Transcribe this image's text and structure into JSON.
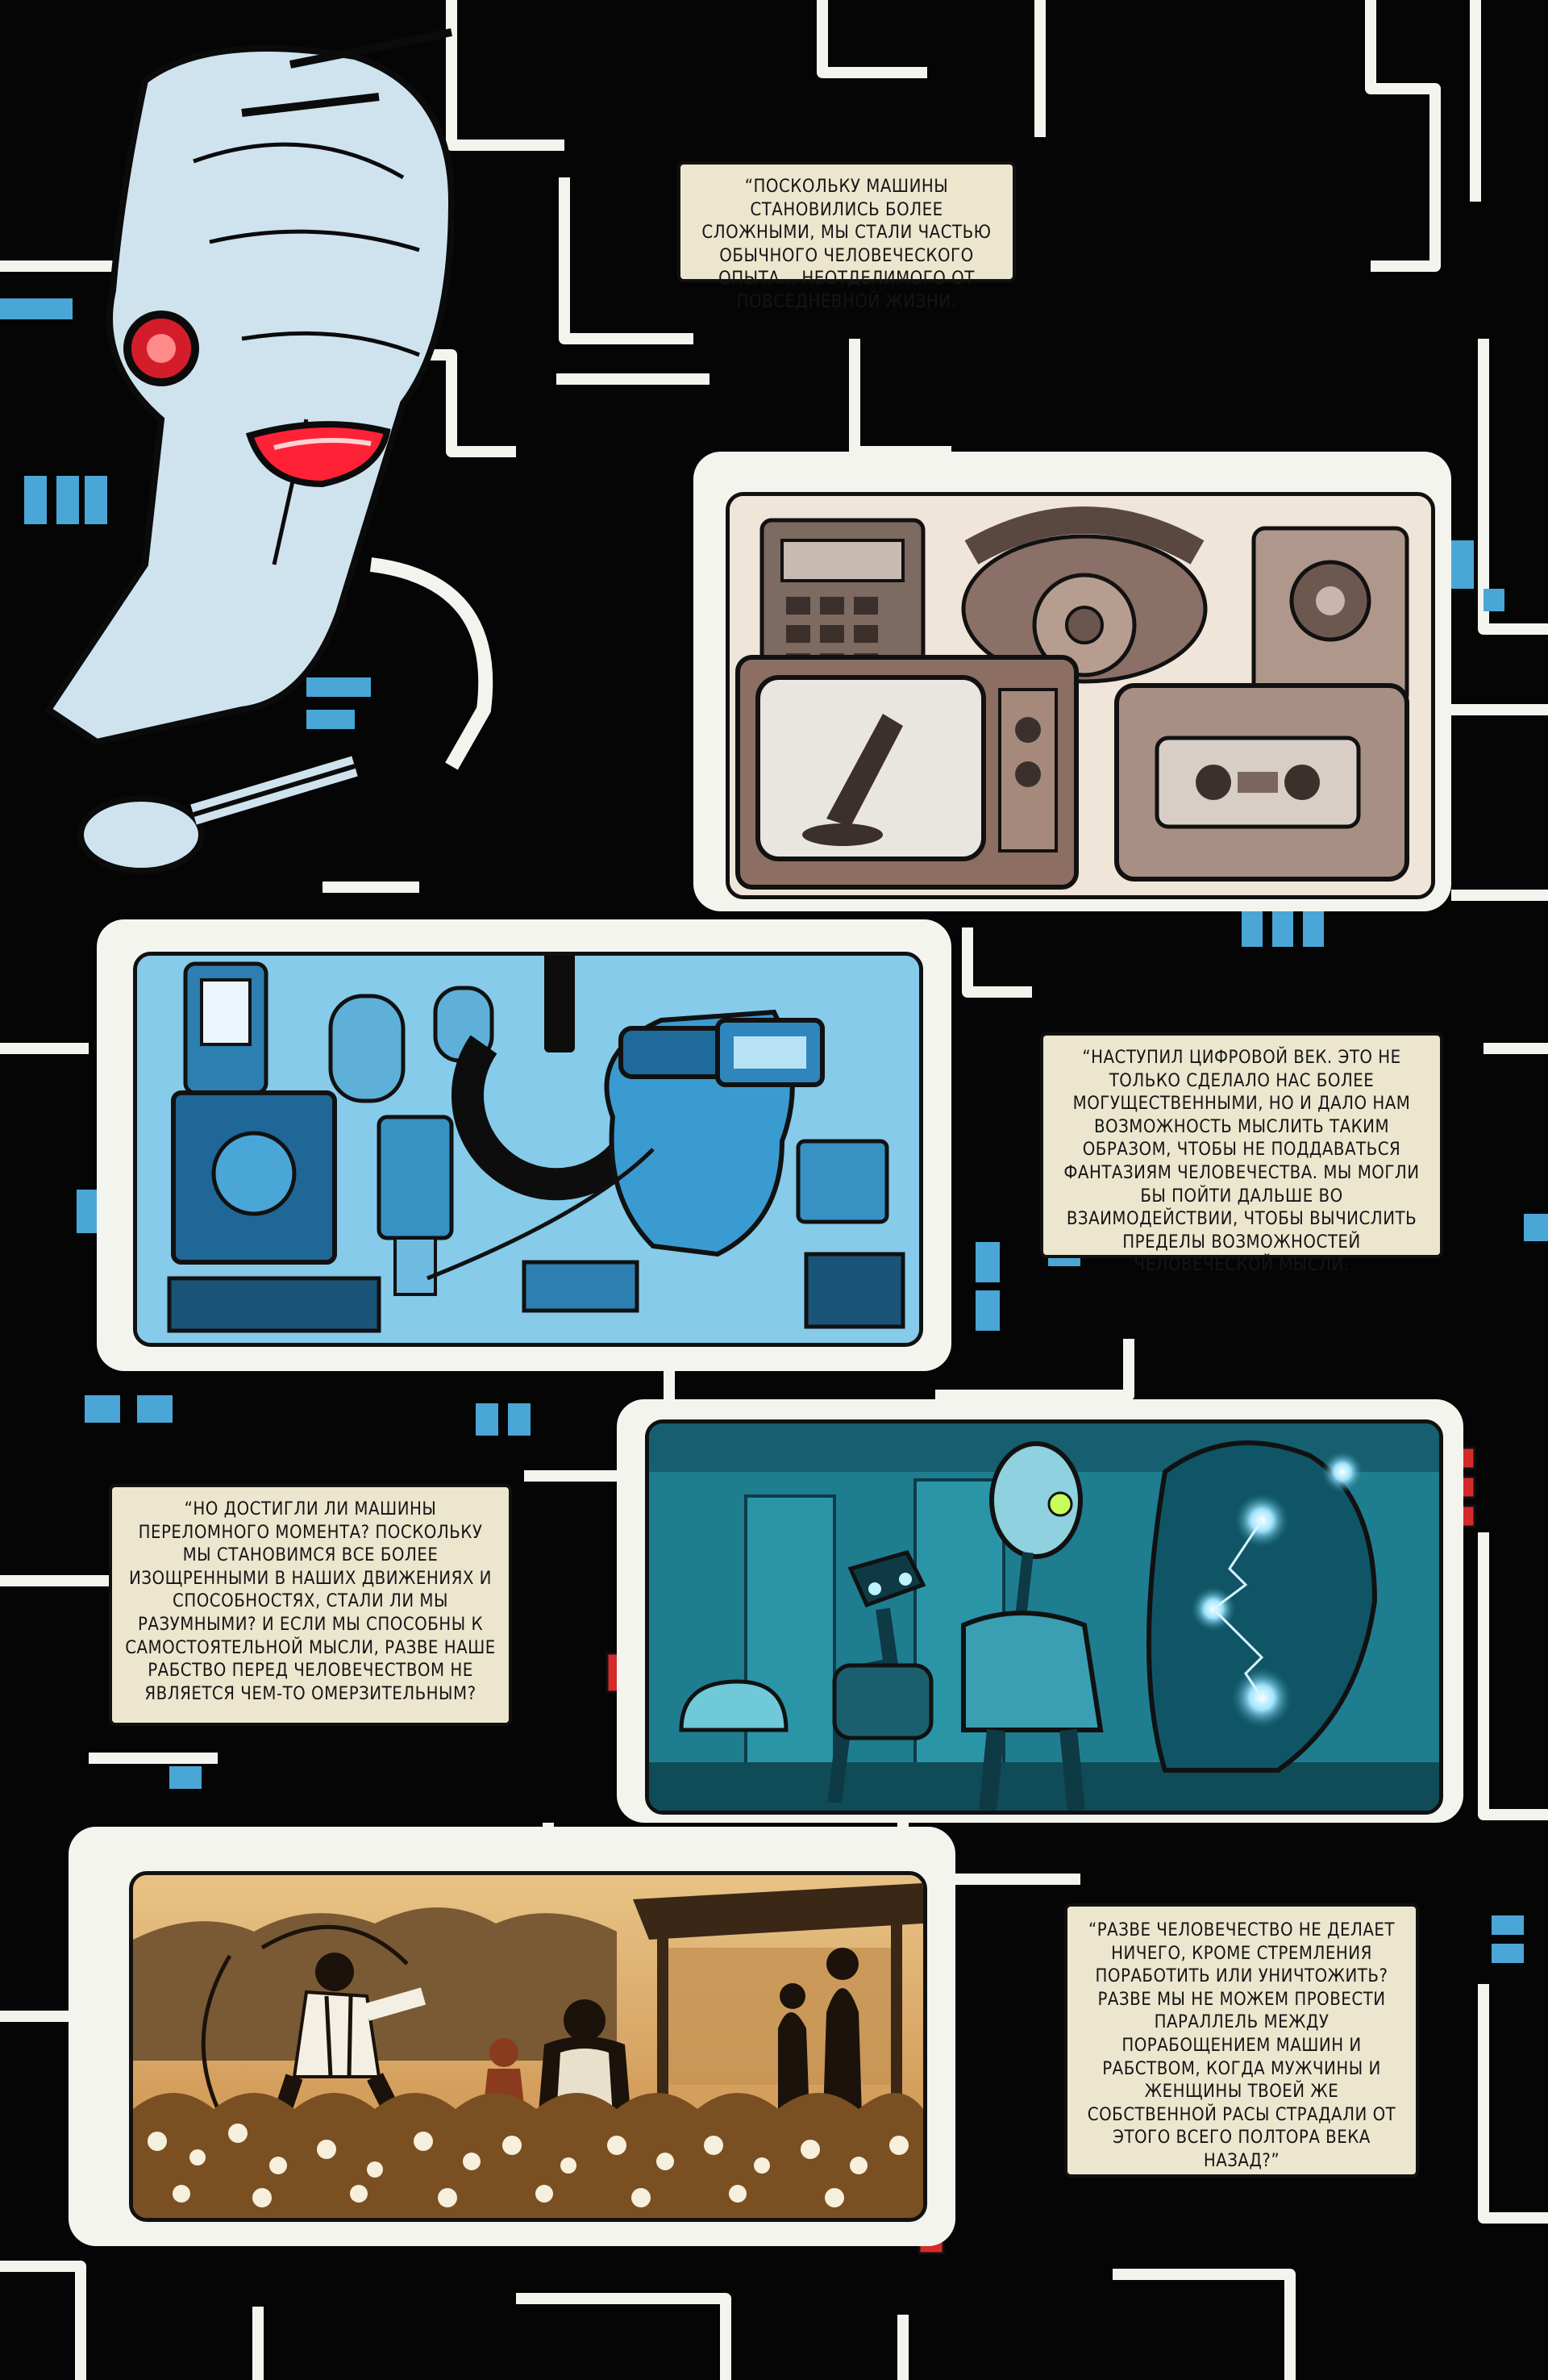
{
  "captions": {
    "c1": "“Поскольку машины становились более сложными, мы стали частью обычного человеческого опыта... неотделимого от повседневной жизни.",
    "c2": "“Наступил цифровой век. Это не только сделало нас более могущественными, но и дало нам возможность мыслить таким образом, чтобы не поддаваться фантазиям человечества. Мы могли бы пойти дальше во взаимодействии, чтобы вычислить пределы возможностей человеческой мысли.",
    "c3": "“Но достигли ли машины переломного момента? Поскольку мы становимся все более изощренными в наших движениях и способностях, стали ли мы разумными? И если мы способны к самостоятельной мысли, разве наше рабство перед человечеством не является чем-то омерзительным?",
    "c4": "“Разве человечество не делает ничего, кроме стремления поработить или уничтожить? Разве мы не можем провести параллель между порабощением машин и рабством, когда мужчины и женщины твоей же собственной расы страдали от этого всего полтора века назад?”"
  },
  "colors": {
    "background": "#050505",
    "circuit": "#f4f4ef",
    "accent_blue": "#4aa6d6",
    "accent_red": "#d42a2a",
    "caption_bg": "#ece6cf"
  },
  "panels": [
    {
      "id": "vintage-devices",
      "scene": "old-electronics"
    },
    {
      "id": "digital-age",
      "scene": "blue-devices"
    },
    {
      "id": "robots-awakening",
      "scene": "robots"
    },
    {
      "id": "plantation",
      "scene": "cotton-field"
    }
  ]
}
